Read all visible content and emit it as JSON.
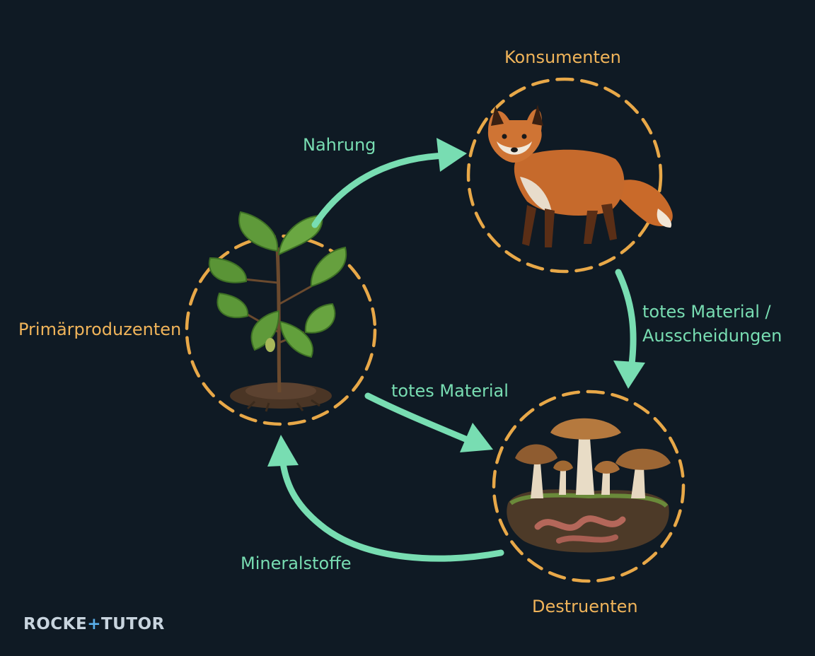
{
  "nodes": {
    "producer": {
      "label": "Primärproduzenten"
    },
    "consumer": {
      "label": "Konsumenten"
    },
    "decomposer": {
      "label": "Destruenten"
    }
  },
  "flows": {
    "food": {
      "label": "Nahrung"
    },
    "consumer_to_decomposer": {
      "line1": "totes Material /",
      "line2": "Ausscheidungen"
    },
    "dead_material": {
      "label": "totes Material"
    },
    "minerals": {
      "label": "Mineralstoffe"
    }
  },
  "logo": {
    "part1": "ROCKE",
    "plus": "+",
    "part2": "TUTOR"
  },
  "colors": {
    "background": "#0f1a24",
    "node_ring": "#e8a848",
    "node_label": "#f0b45a",
    "arrow": "#78ddb2"
  }
}
